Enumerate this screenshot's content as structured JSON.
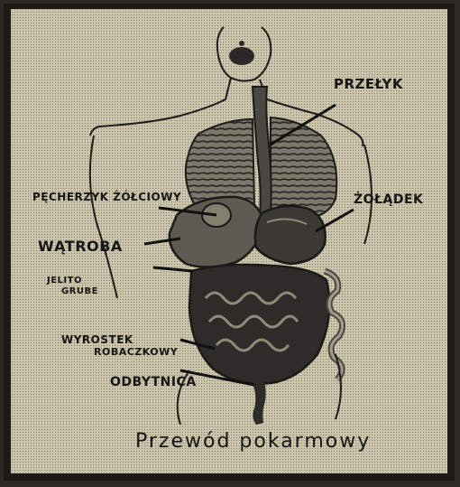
{
  "labels": {
    "przelyk": "Przełyk",
    "pecherzyk": "Pęcherzyk żółciowy",
    "zoladek": "Żołądek",
    "watroba": "Wątroba",
    "jelito_line1": "Jelito",
    "jelito_line2": "grube",
    "wyrostek_line1": "Wyrostek",
    "wyrostek_line2": "robaczkowy",
    "odbytnica": "Odbytnica"
  },
  "title": "Przewód pokarmowy",
  "colors": {
    "paper": "#c9c2a6",
    "ink": "#161616",
    "frame": "#1a1a18",
    "organ_dark": "#2b2a27",
    "organ_mid": "#6f6b62",
    "organ_light": "#a9a390"
  }
}
